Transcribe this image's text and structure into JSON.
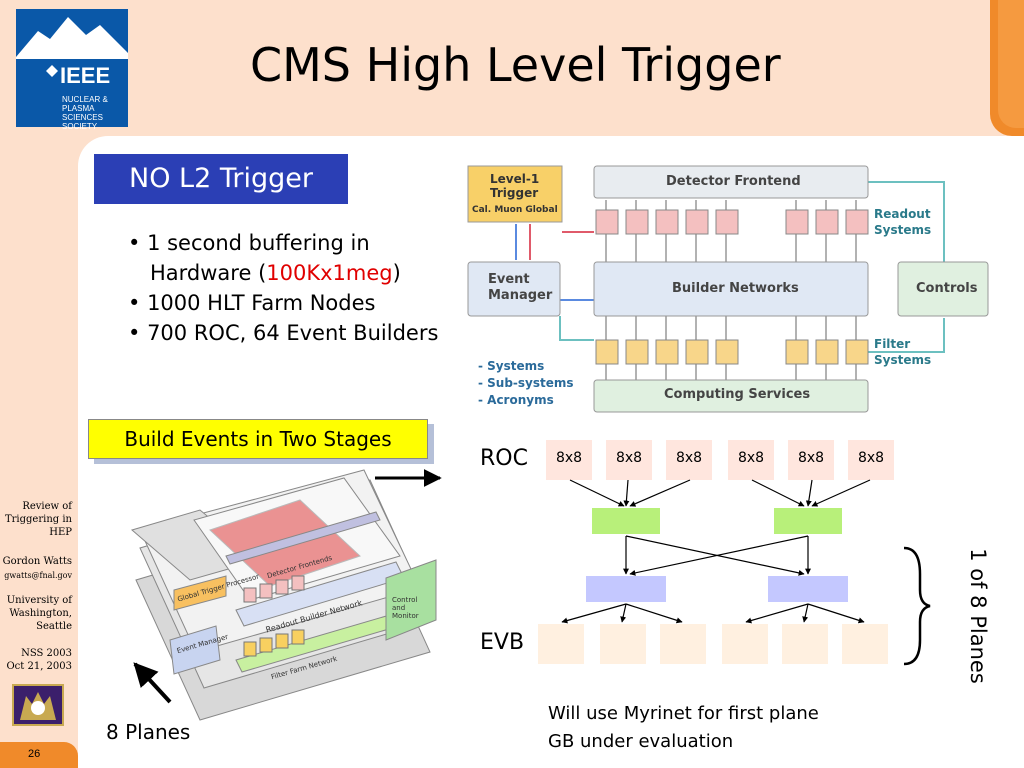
{
  "title": "CMS High Level Trigger",
  "ieee_logo": {
    "text": "IEEE",
    "subtext": "NUCLEAR & PLASMA SCIENCES SOCIETY"
  },
  "sidebar": {
    "talk": "Review of Triggering in HEP",
    "author": "Gordon Watts",
    "email": "gwatts@fnal.gov",
    "affiliation": "University of Washington, Seattle",
    "conference": "NSS 2003",
    "date": "Oct 21, 2003"
  },
  "page_number": "26",
  "no_l2_label": "NO L2 Trigger",
  "bullets": {
    "b1_pre": "1 second buffering in Hardware (",
    "b1_red": "100Kx1meg",
    "b1_post": ")",
    "b2": "1000 HLT Farm Nodes",
    "b3": "700 ROC, 64 Event Builders"
  },
  "build_events_label": "Build Events in Two Stages",
  "top_diagram": {
    "level1": "Level-1 Trigger",
    "level1_sub": "Cal. Muon Global",
    "detector_frontend": "Detector Frontend",
    "readout_systems": "Readout Systems",
    "event_manager": "Event Manager",
    "builder_networks": "Builder Networks",
    "controls": "Controls",
    "filter_systems": "Filter Systems",
    "computing_services": "Computing Services",
    "legend": [
      "- Systems",
      "- Sub-systems",
      "- Acronyms"
    ]
  },
  "iso_diagram": {
    "detector_frontends": "Detector Frontends",
    "global_trigger": "Global Trigger Processor",
    "readout_builder": "Readout Builder Network",
    "event_manager": "Event Manager",
    "filter_farm": "Filter Farm Network",
    "control": "Control and Monitor"
  },
  "roc_label": "ROC",
  "roc_boxes": [
    "8x8",
    "8x8",
    "8x8",
    "8x8",
    "8x8",
    "8x8"
  ],
  "evb_label": "EVB",
  "planes_label": "1 of 8 Planes",
  "eight_planes": "8 Planes",
  "myrinet_line1": "Will use Myrinet for first plane",
  "myrinet_line2": "GB under evaluation",
  "colors": {
    "accent_orange": "#f08a2a",
    "title_box": "#2b3fb5",
    "highlight": "#ffff00",
    "red_text": "#e00000"
  }
}
